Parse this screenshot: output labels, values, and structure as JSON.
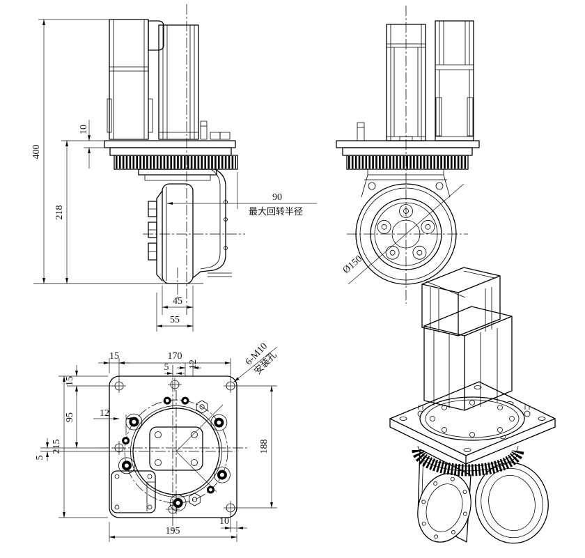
{
  "front_view": {
    "total_height": "400",
    "mount_surface_height": "218",
    "plate_thickness": "10",
    "max_turn_radius": "90",
    "max_turn_radius_label": "最大回转半径",
    "hub_width": "45",
    "wheel_width": "55"
  },
  "side_view": {
    "wheel_diameter": "Ø150"
  },
  "plan_view": {
    "edge_to_hole_top": "15",
    "hole_span_top": "170",
    "center_offset_top": "5",
    "offset_top": "12",
    "edge_to_hole_left": "15",
    "hole_span_left": "95",
    "offset_left": "12",
    "center_offset_left": "5",
    "plate_length": "215",
    "hole_span_right": "188",
    "bottom_hole_edge_offset": "10",
    "plate_width": "195",
    "mount_holes_count": "6-M10",
    "mount_holes_label": "安装孔"
  }
}
